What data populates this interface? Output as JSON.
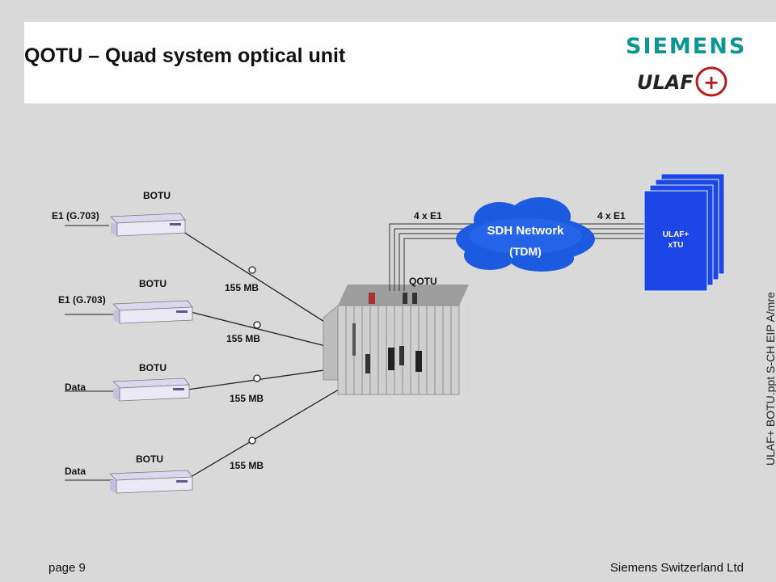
{
  "title": "QOTU – Quad system optical unit",
  "brand": {
    "name": "SIEMENS",
    "product_logo": "ULAF+"
  },
  "side_note": "ULAF+ BOTU.ppt  S-CH EIP A/mre",
  "footer": {
    "page": "page 9",
    "company": "Siemens Switzerland Ltd"
  },
  "colors": {
    "brand": "#0f9494",
    "xtu_blue": "#1d46e6",
    "cloud_blue": "#1c5be0",
    "link_line": "#222222"
  },
  "diagram": {
    "botu_units": [
      {
        "label": "BOTU",
        "interface": "E1 (G.703)",
        "link_rate": "155 MB"
      },
      {
        "label": "BOTU",
        "interface": "E1 (G.703)",
        "link_rate": "155 MB"
      },
      {
        "label": "BOTU",
        "interface": "Data",
        "link_rate": "155 MB"
      },
      {
        "label": "BOTU",
        "interface": "Data",
        "link_rate": "155 MB"
      }
    ],
    "qotu_label": "QOTU",
    "network": {
      "title": "SDH Network",
      "subtitle": "(TDM)"
    },
    "left_link_label": "4 x E1",
    "right_link_label": "4 x E1",
    "xtu": {
      "line1": "ULAF+",
      "line2": "xTU"
    }
  }
}
